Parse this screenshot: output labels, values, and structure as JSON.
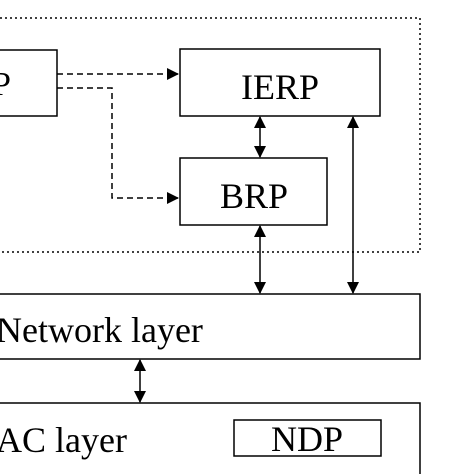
{
  "diagram": {
    "boxes": {
      "cut_left": "P",
      "ierp": "IERP",
      "brp": "BRP",
      "network_layer": "Network layer",
      "mac_layer": "AC layer",
      "ndp": "NDP"
    },
    "colors": {
      "stroke": "#000000",
      "background": "#ffffff"
    }
  }
}
